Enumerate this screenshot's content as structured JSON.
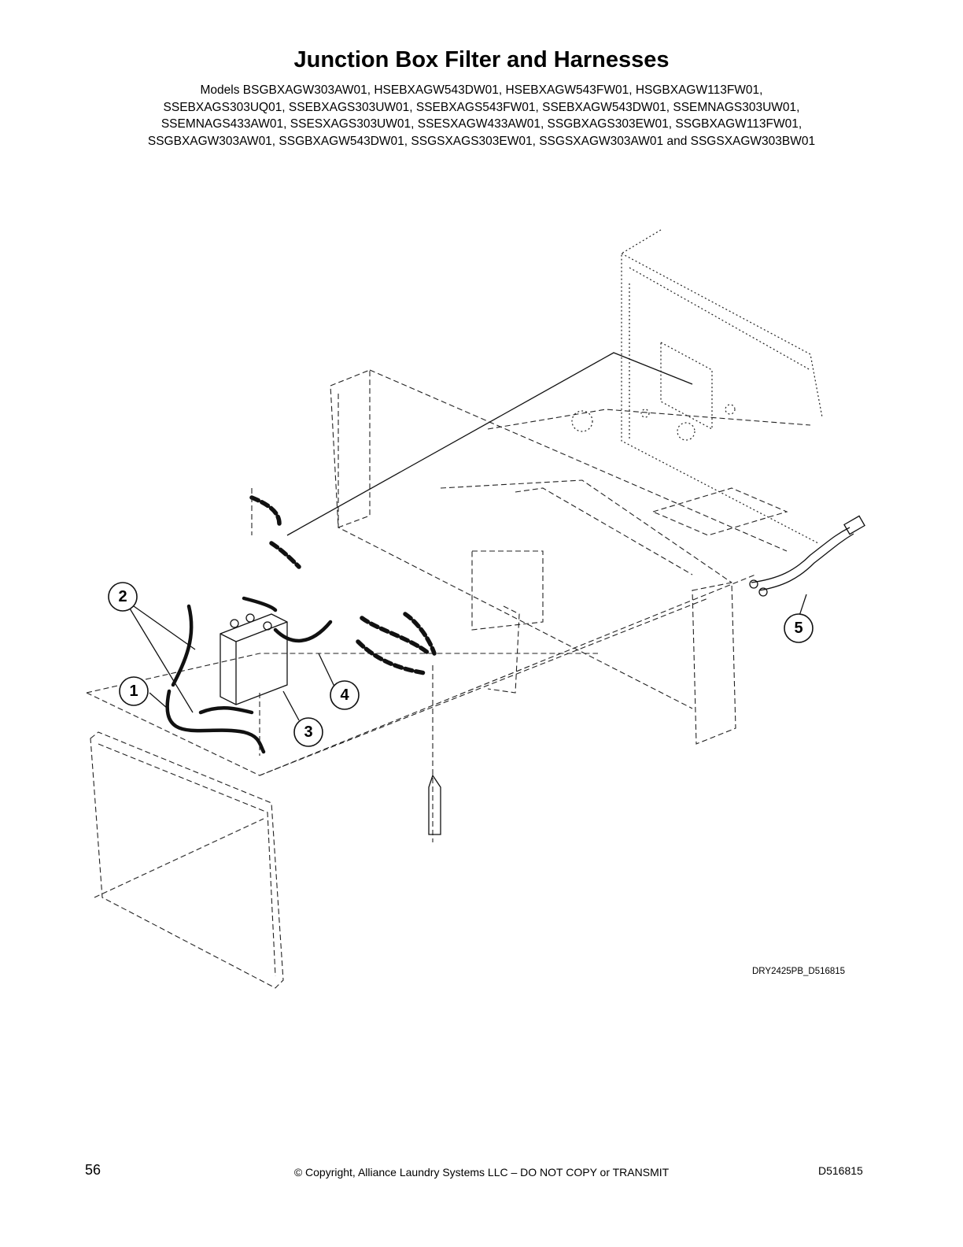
{
  "title": "Junction Box Filter and Harnesses",
  "models_lines": [
    "Models BSGBXAGW303AW01, HSEBXAGW543DW01, HSEBXAGW543FW01, HSGBXAGW113FW01,",
    "SSEBXAGS303UQ01, SSEBXAGS303UW01, SSEBXAGS543FW01, SSEBXAGW543DW01, SSEMNAGS303UW01,",
    "SSEMNAGS433AW01, SSESXAGS303UW01, SSESXAGW433AW01, SSGBXAGS303EW01, SSGBXAGW113FW01,",
    "SSGBXAGW303AW01, SSGBXAGW543DW01, SSGSXAGS303EW01, SSGSXAGW303AW01 and SSGSXAGW303BW01"
  ],
  "callouts": [
    "1",
    "2",
    "3",
    "4",
    "5"
  ],
  "drawing_ref": "DRY2425PB_D516815",
  "footer": {
    "page_number": "56",
    "copyright": "© Copyright, Alliance Laundry Systems LLC – DO NOT COPY or TRANSMIT",
    "doc_id": "D516815"
  }
}
